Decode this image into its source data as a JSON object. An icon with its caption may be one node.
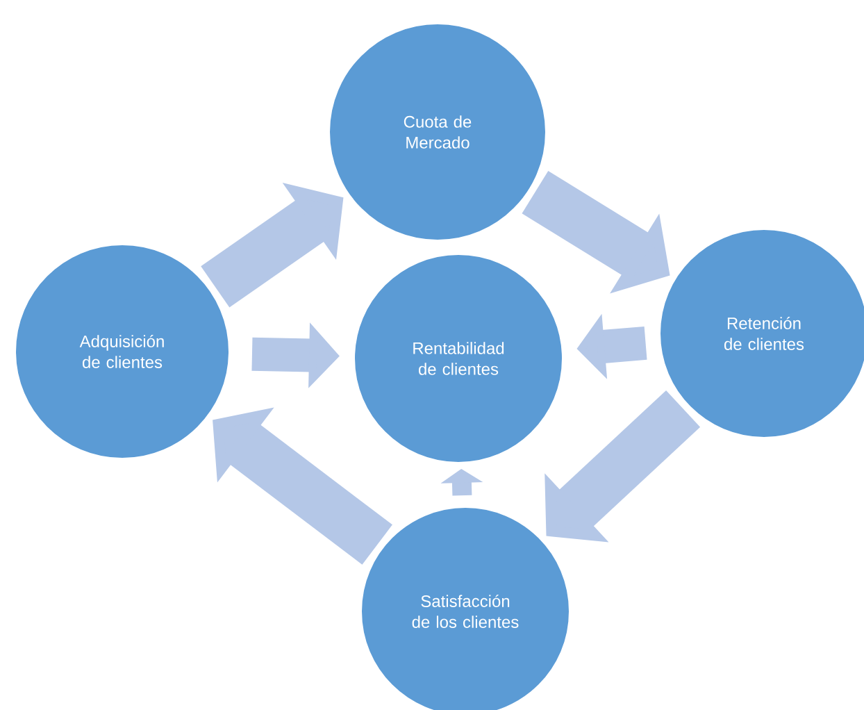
{
  "diagram": {
    "nodes": [
      {
        "text": [
          "Cuota de Mercado"
        ]
      },
      {
        "text": [
          "Retención de clientes"
        ]
      },
      {
        "text": [
          "Satisfacción de los clientes"
        ]
      },
      {
        "text": [
          "Adquisición de clientes"
        ]
      },
      {
        "text": [
          "Rentabilidad de clientes"
        ]
      }
    ],
    "edges": [
      {
        "from": 3,
        "to": 0,
        "arrow": "to"
      },
      {
        "from": 0,
        "to": 1,
        "arrow": "to"
      },
      {
        "from": 1,
        "to": 2,
        "arrow": "to"
      },
      {
        "from": 2,
        "to": 3,
        "arrow": "to"
      },
      {
        "from": 3,
        "to": 4,
        "arrow": "to"
      },
      {
        "from": 1,
        "to": 4,
        "arrow": "to"
      },
      {
        "from": 2,
        "to": 4,
        "arrow": "to"
      }
    ]
  }
}
